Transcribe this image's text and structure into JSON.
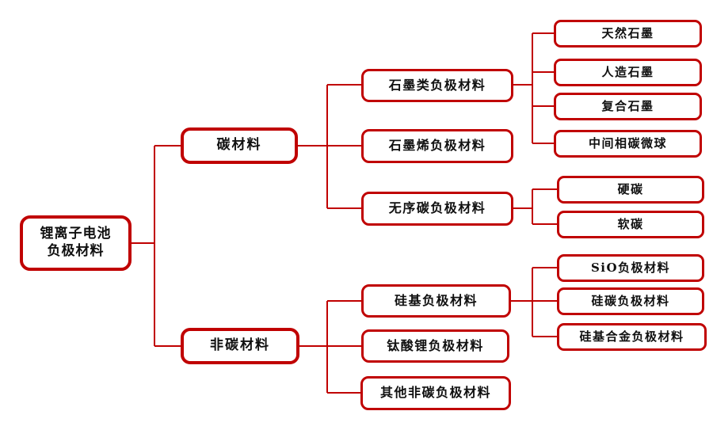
{
  "diagram": {
    "type": "tree",
    "orientation": "left-to-right",
    "accent_color": "#C00000",
    "box_fill": "#FFFFFF",
    "text_color": "#101010",
    "root": {
      "id": "root",
      "label": "锂离子电池\n负极材料"
    },
    "level2": [
      {
        "id": "carbon",
        "label": "碳材料"
      },
      {
        "id": "noncarbon",
        "label": "非碳材料"
      }
    ],
    "level3": [
      {
        "id": "graphite",
        "label": "石墨类负极材料",
        "parent": "carbon"
      },
      {
        "id": "graphene",
        "label": "石墨烯负极材料",
        "parent": "carbon"
      },
      {
        "id": "disordered",
        "label": "无序碳负极材料",
        "parent": "carbon"
      },
      {
        "id": "silicon",
        "label": "硅基负极材料",
        "parent": "noncarbon"
      },
      {
        "id": "lto",
        "label": "钛酸锂负极材料",
        "parent": "noncarbon"
      },
      {
        "id": "othernoncarbon",
        "label": "其他非碳负极材料",
        "parent": "noncarbon"
      }
    ],
    "level4": [
      {
        "id": "natural-graphite",
        "label": "天然石墨",
        "parent": "graphite"
      },
      {
        "id": "artificial-graphite",
        "label": "人造石墨",
        "parent": "graphite"
      },
      {
        "id": "composite-graphite",
        "label": "复合石墨",
        "parent": "graphite"
      },
      {
        "id": "mcmb",
        "label": "中间相碳微球",
        "parent": "graphite"
      },
      {
        "id": "hard-carbon",
        "label": "硬碳",
        "parent": "disordered"
      },
      {
        "id": "soft-carbon",
        "label": "软碳",
        "parent": "disordered"
      },
      {
        "id": "sio",
        "label": "SiO负极材料",
        "parent": "silicon"
      },
      {
        "id": "si-c",
        "label": "硅碳负极材料",
        "parent": "silicon"
      },
      {
        "id": "si-alloy",
        "label": "硅基合金负极材料",
        "parent": "silicon"
      }
    ]
  }
}
